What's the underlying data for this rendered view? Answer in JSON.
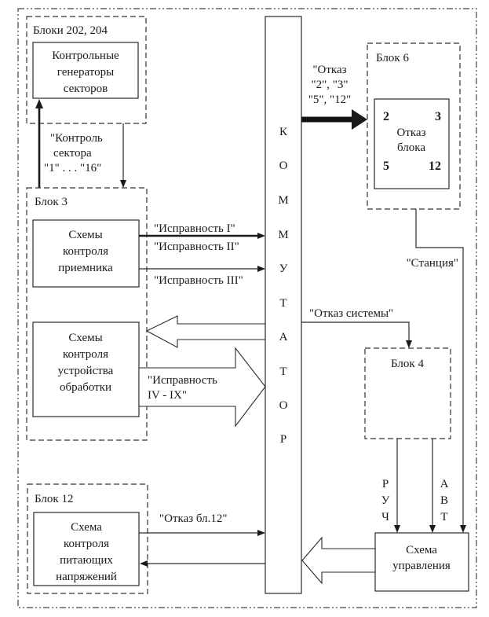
{
  "diagram": {
    "blocks_202_204": {
      "label": "Блоки 202, 204",
      "inner": [
        "Контрольные",
        "генераторы",
        "секторов"
      ]
    },
    "signal_sector": [
      "\"Контроль",
      "сектора",
      "\"1\" . . . \"16\""
    ],
    "block_3": {
      "label": "Блок 3",
      "receiver": [
        "Схемы",
        "контроля",
        "приемника"
      ],
      "processing": [
        "Схемы",
        "контроля",
        "устройства",
        "обработки"
      ]
    },
    "signals_receiver": [
      "\"Исправность I\"",
      "\"Исправность II\"",
      "\"Исправность III\""
    ],
    "signal_processing": [
      "\"Исправность",
      "IV - IX\""
    ],
    "commutator_letters": [
      "К",
      "О",
      "М",
      "М",
      "У",
      "Т",
      "А",
      "Т",
      "О",
      "Р"
    ],
    "signal_fail_blocks": [
      "\"Отказ",
      "\"2\", \"3\"",
      "\"5\", \"12\""
    ],
    "block_6": {
      "label": "Блок 6",
      "corner_numbers": [
        "2",
        "3",
        "5",
        "12"
      ],
      "inner": [
        "Отказ",
        "блока"
      ]
    },
    "signal_station": "\"Станция\"",
    "signal_system_fail": "\"Отказ системы\"",
    "block_4": {
      "label": "Блок 4"
    },
    "manual_label": [
      "Р",
      "У",
      "Ч"
    ],
    "auto_label": [
      "А",
      "В",
      "Т"
    ],
    "control_scheme": [
      "Схема",
      "управления"
    ],
    "block_12": {
      "label": "Блок 12",
      "inner": [
        "Схема",
        "контроля",
        "питающих",
        "напряжений"
      ]
    },
    "signal_fail_12": "\"Отказ бл.12\""
  }
}
